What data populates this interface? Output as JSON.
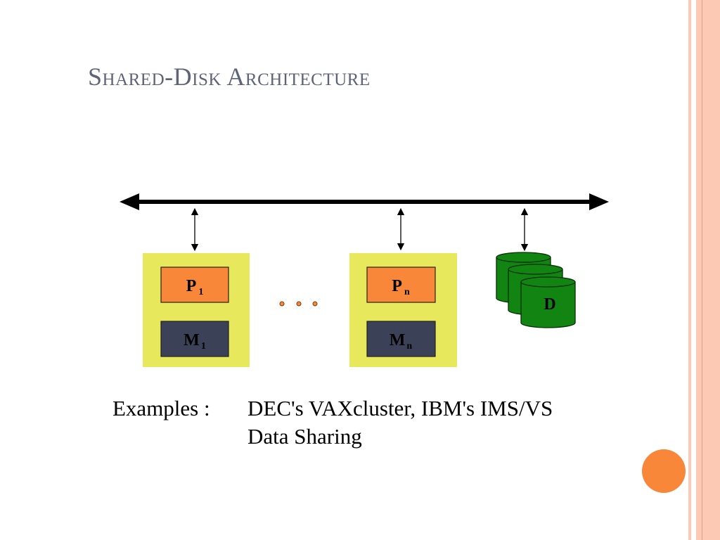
{
  "slide": {
    "title": "Shared-Disk Architecture",
    "examples_label": "Examples :",
    "examples_line1": "DEC's VAXcluster, IBM's IMS/VS",
    "examples_line2": "Data Sharing"
  },
  "diagram": {
    "nodes": [
      {
        "processor": "P",
        "processor_sub": "1",
        "memory": "M",
        "memory_sub": "1"
      },
      {
        "processor": "P",
        "processor_sub": "n",
        "memory": "M",
        "memory_sub": "n"
      }
    ],
    "disk_label": "D",
    "colors": {
      "node_bg": "#e8e85c",
      "processor": "#f9873a",
      "memory": "#3b4156",
      "disk": "#128412",
      "dots": "#f9873a",
      "accent": "#f9873a",
      "stripe": "#fcc9b4"
    }
  }
}
